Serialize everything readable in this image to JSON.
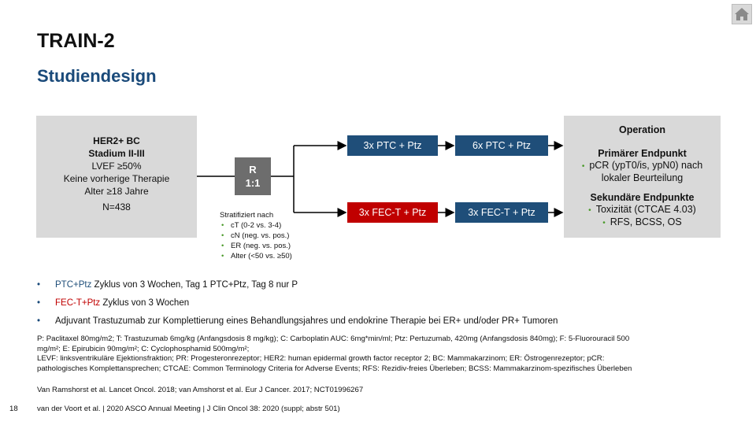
{
  "title": "TRAIN-2",
  "subtitle": "Studiendesign",
  "inclusion": {
    "line1": "HER2+ BC",
    "line2": "Stadium II-III",
    "line3": "LVEF ≥50%",
    "line4": "Keine vorherige Therapie",
    "line5": "Alter ≥18 Jahre",
    "line6": "N=438"
  },
  "randomization": {
    "r": "R",
    "ratio": "1:1"
  },
  "arms": {
    "ptc_first": "3x PTC + Ptz",
    "ptc_second": "6x PTC + Ptz",
    "fec_first": "3x FEC-T + Ptz",
    "fec_second": "3x FEC-T + Ptz"
  },
  "stratification": {
    "heading": "Stratifiziert nach",
    "items": [
      "cT (0-2 vs. 3-4)",
      "cN (neg. vs. pos.)",
      "ER (neg. vs. pos.)",
      "Alter (<50 vs. ≥50)"
    ]
  },
  "outcome": {
    "operation": "Operation",
    "primary_heading": "Primärer Endpunkt",
    "primary_line1": "pCR (ypT0/is, ypN0) nach",
    "primary_line2": "lokaler Beurteilung",
    "secondary_heading": "Sekundäre Endpunkte",
    "secondary_items": [
      "Toxizität (CTCAE 4.03)",
      "RFS, BCSS, OS"
    ]
  },
  "notes": {
    "b1_colored": "PTC+Ptz",
    "b1_rest": " Zyklus von 3 Wochen, Tag 1 PTC+Ptz, Tag 8 nur P",
    "b2_colored": "FEC-T+Ptz",
    "b2_rest": " Zyklus von 3 Wochen",
    "b3": "Adjuvant Trastuzumab zur Komplettierung eines Behandlungsjahres und endokrine Therapie bei ER+ und/oder PR+ Tumoren"
  },
  "abbreviations": {
    "line1": "P: Paclitaxel 80mg/m2; T: Trastuzumab 6mg/kg (Anfangsdosis 8 mg/kg); C: Carboplatin AUC: 6mg*min/ml; Ptz: Pertuzumab, 420mg (Anfangsdosis 840mg); F: 5-Fluorouracil 500",
    "line2": "mg/m²; E: Epirubicin 90mg/m²; C: Cyclophosphamid 500mg/m²;",
    "line3": "LEVF: linksventrikuläre Ejektionsfraktion; PR: Progesteronrezeptor; HER2: human epidermal growth factor receptor 2; BC: Mammakarzinom; ER: Östrogenrezeptor; pCR:",
    "line4": "pathologisches Komplettansprechen; CTCAE: Common Terminology Criteria for Adverse Events; RFS: Rezidiv-freies Überleben; BCSS: Mammakarzinom-spezifisches Überleben"
  },
  "references": "Van Ramshorst et al. Lancet Oncol. 2018; van Amshorst et al. Eur J Cancer. 2017; NCT01996267",
  "footer": "van der Voort et al. | 2020 ASCO Annual Meeting | J Clin Oncol 38: 2020 (suppl; abstr 501)",
  "page_number": "18",
  "icons": {
    "home": "home-icon"
  }
}
